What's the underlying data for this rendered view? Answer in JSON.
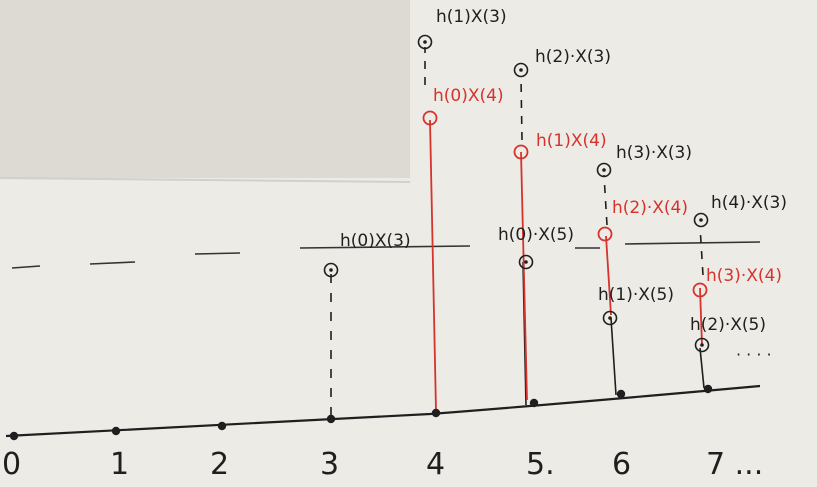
{
  "colors": {
    "paper": "#ecebe6",
    "sticky_note": "#dcdad2",
    "ink_black": "#1f1f1f",
    "ink_red": "#d8322c"
  },
  "axis": {
    "tick_labels": [
      "0",
      "1",
      "2",
      "3",
      "4",
      "5.",
      "6",
      "7 ..."
    ]
  },
  "diagram": {
    "black_terms": [
      {
        "n": 3,
        "label": "h(0)X(3)",
        "level": 1
      },
      {
        "n": 4,
        "label": "h(1)X(3)",
        "level": 3
      },
      {
        "n": 5,
        "label": "h(0)·X(5)",
        "level": 1
      },
      {
        "n": 5,
        "label": "h(2)·X(3)",
        "level": 3
      },
      {
        "n": 6,
        "label": "h(1)·X(5)",
        "level": 0.5
      },
      {
        "n": 6,
        "label": "h(3)·X(3)",
        "level": 2.2
      },
      {
        "n": 7,
        "label": "h(2)·X(5)",
        "level": 0.3
      },
      {
        "n": 7,
        "label": "h(4)·X(3)",
        "level": 1.6
      }
    ],
    "red_terms": [
      {
        "n": 4,
        "label": "h(0)X(4)",
        "level": 2.8
      },
      {
        "n": 5,
        "label": "h(1)X(4)",
        "level": 2.1
      },
      {
        "n": 6,
        "label": "h(2)·X(4)",
        "level": 1.4
      },
      {
        "n": 7,
        "label": "h(3)·X(4)",
        "level": 0.9
      }
    ],
    "ellipsis": "· · · ·"
  }
}
